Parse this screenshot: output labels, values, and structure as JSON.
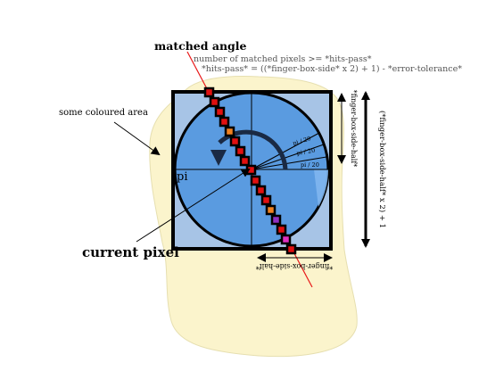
{
  "labels": {
    "matched_angle": "matched angle",
    "formula_line1": "number of matched pixels  >= *hits-pass*",
    "formula_line2": "*hits-pass* = ((*finger-box-side* x 2) + 1) - *error-tolerance*",
    "coloured_area": "some coloured area",
    "current_pixel": "current pixel",
    "pi": "pi",
    "pi20_a": "pi / 20",
    "pi20_b": "pi / 20",
    "pi20_c": "pi / 20",
    "finger_box_side_half_right": "*finger-box-side-half*",
    "finger_box_side_formula": "(*finger-box-side-half* x 2) + 1",
    "finger_box_side_half_bottom": "*finger-box-side-half*"
  },
  "colors": {
    "blob": "#fbf4cc",
    "box_fill": "#a7c4e6",
    "circle_fill": "#5a9be0",
    "pixel_red": "#e01010",
    "pixel_orange": "#f08020",
    "pixel_purple": "#9030c0",
    "pixel_magenta": "#e030c0",
    "matched_line": "#e81818"
  }
}
